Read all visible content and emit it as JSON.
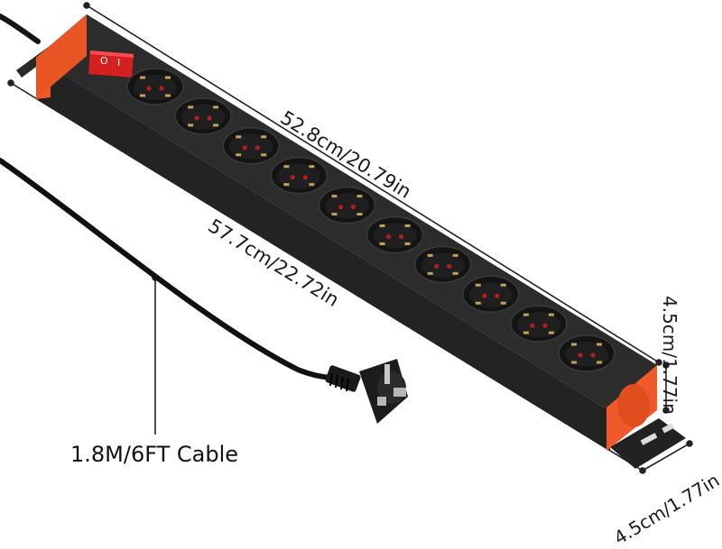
{
  "dimensions": {
    "inner_length": "52.8cm/20.79in",
    "total_length": "57.7cm/22.72in",
    "height": "4.5cm/1.77in",
    "width": "4.5cm/1.77in"
  },
  "cable_label": "1.8M/6FT Cable",
  "product": {
    "outlet_count": 10,
    "switch_marks": [
      "O",
      "I"
    ]
  },
  "colors": {
    "body": "#1c1c1c",
    "accent": "#f05a2a",
    "switch": "#d61f1f",
    "line": "#222222"
  }
}
